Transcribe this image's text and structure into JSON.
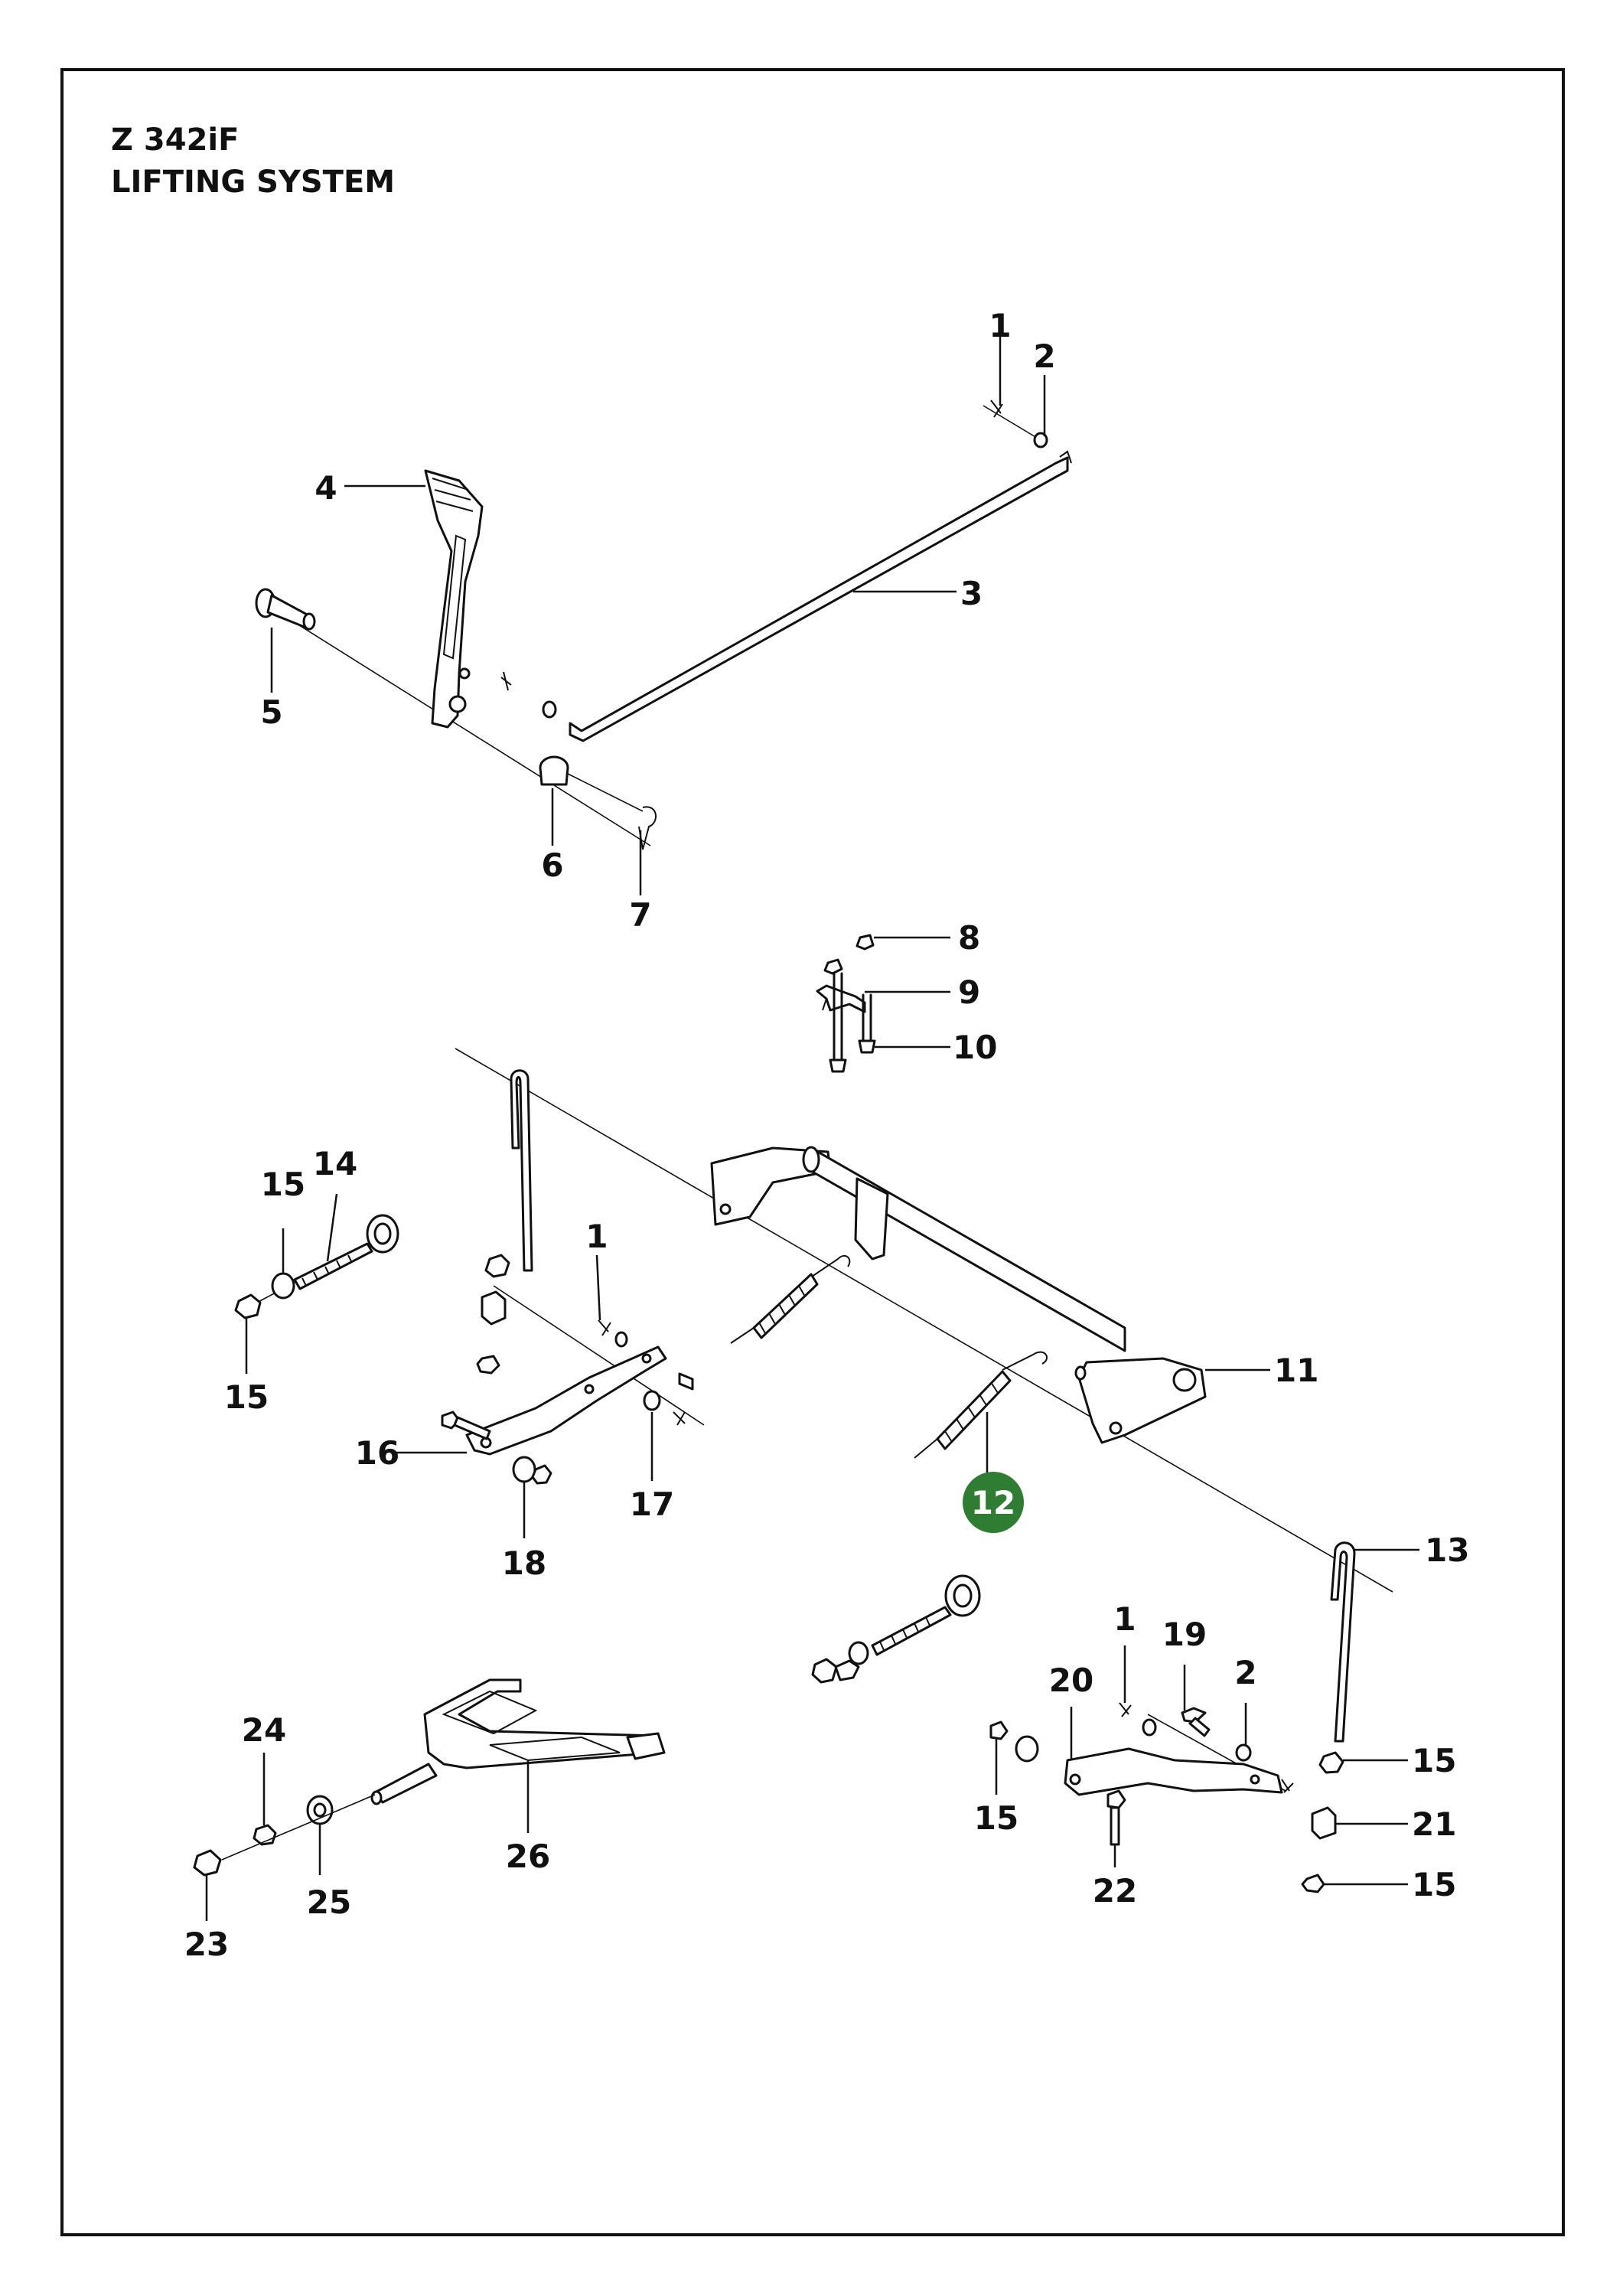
{
  "header": {
    "model": "Z 342iF",
    "section": "LIFTING SYSTEM"
  },
  "colors": {
    "highlight": "#2e7d32",
    "ink": "#111111"
  },
  "callouts": {
    "c1a": "1",
    "c2a": "2",
    "c3": "3",
    "c4": "4",
    "c5": "5",
    "c6": "6",
    "c7": "7",
    "c8": "8",
    "c9": "9",
    "c10": "10",
    "c11": "11",
    "c12": "12",
    "c13": "13",
    "c14": "14",
    "c15a": "15",
    "c15b": "15",
    "c1b": "1",
    "c16": "16",
    "c17": "17",
    "c18": "18",
    "c1c": "1",
    "c19": "19",
    "c2b": "2",
    "c20": "20",
    "c15c": "15",
    "c15d": "15",
    "c21": "21",
    "c15e": "15",
    "c22": "22",
    "c24": "24",
    "c26": "26",
    "c25": "25",
    "c23": "23"
  }
}
